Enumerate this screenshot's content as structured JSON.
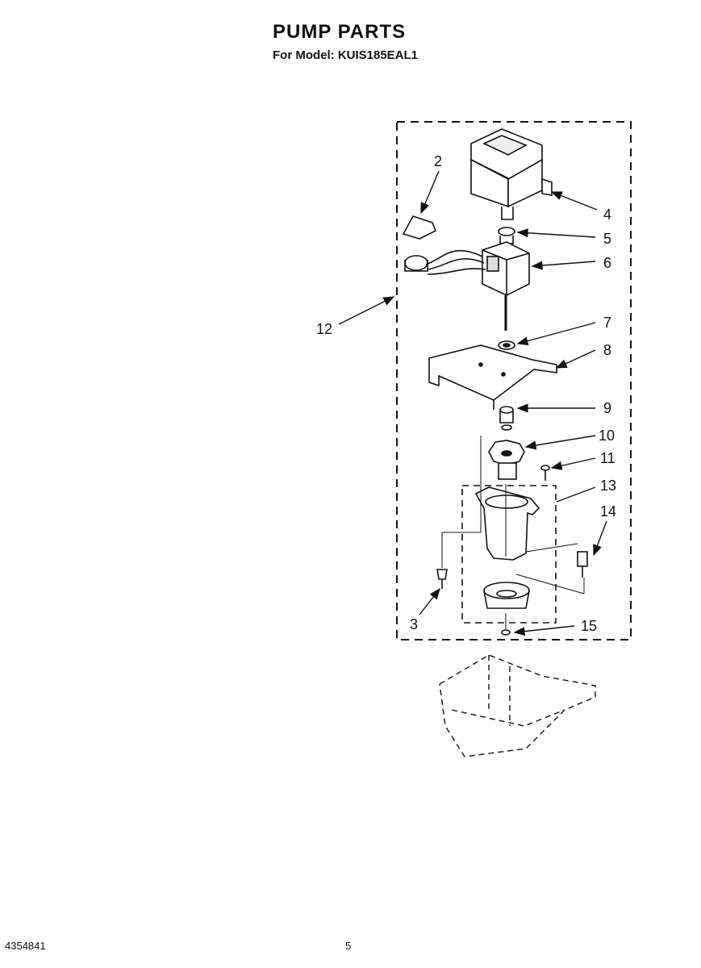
{
  "header": {
    "title": "PUMP PARTS",
    "subtitle": "For Model: KUIS185EAL1"
  },
  "footer": {
    "doc_number": "4354841",
    "page_number": "5"
  },
  "callouts": [
    "2",
    "4",
    "5",
    "6",
    "12",
    "7",
    "8",
    "9",
    "10",
    "11",
    "13",
    "14",
    "3",
    "15"
  ]
}
